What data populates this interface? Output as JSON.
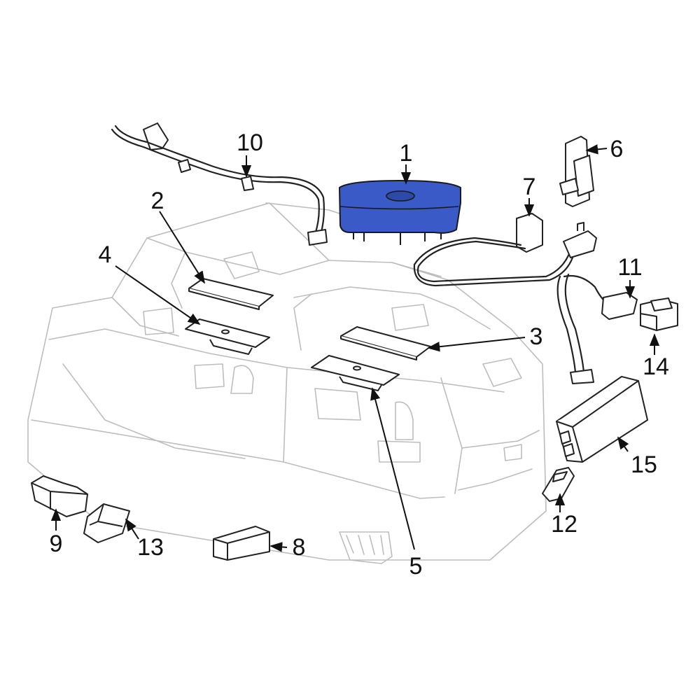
{
  "colors": {
    "highlight_fill": "#3a5bc7",
    "outline": "#222222",
    "background_outline": "#bdbdbd"
  },
  "highlighted_part": "1",
  "callouts": {
    "c1": "1",
    "c2": "2",
    "c3": "3",
    "c4": "4",
    "c5": "5",
    "c6": "6",
    "c7": "7",
    "c8": "8",
    "c9": "9",
    "c10": "10",
    "c11": "11",
    "c12": "12",
    "c13": "13",
    "c14": "14",
    "c15": "15"
  }
}
